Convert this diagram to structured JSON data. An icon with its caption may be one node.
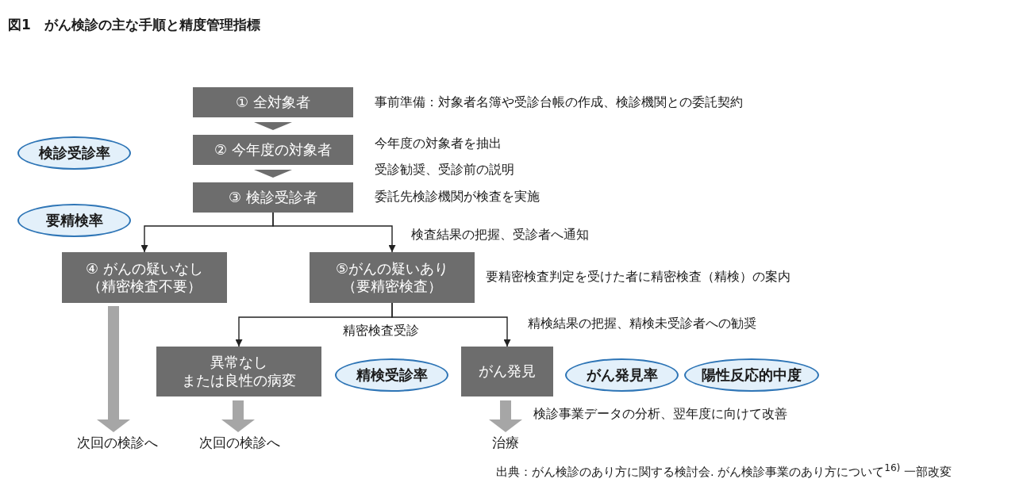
{
  "diagram": {
    "title": "図1　がん検診の主な手順と精度管理指標",
    "nodes": [
      {
        "text": [
          "① 全対象者"
        ]
      },
      {
        "text": [
          "② 今年度の対象者"
        ]
      },
      {
        "text": [
          "③ 検診受診者"
        ]
      },
      {
        "text": [
          "④ がんの疑いなし（精密検査不要）"
        ]
      },
      {
        "text": [
          "⑤がんの疑いあり（要精密検査）"
        ]
      },
      {
        "text": [
          "異常なしまたは良性の病変"
        ]
      },
      {
        "text": [
          "がん発見"
        ]
      },
      {
        "text": [
          "次回の検診へ"
        ]
      },
      {
        "text": [
          "次回の検診へ"
        ]
      },
      {
        "text": [
          "治療"
        ]
      },
      {
        "text": [
          "検診受診率"
        ]
      },
      {
        "text": [
          "要精検率"
        ]
      },
      {
        "text": [
          "精検受診率"
        ]
      },
      {
        "text": [
          "がん発見率"
        ]
      },
      {
        "text": [
          "陽性反応的中度"
        ]
      }
    ],
    "edges": [
      {
        "from": 0,
        "to": 1,
        "arrow": "to"
      },
      {
        "from": 1,
        "to": 2,
        "arrow": "to"
      },
      {
        "from": 2,
        "to": 3,
        "arrow": "to"
      },
      {
        "from": 2,
        "to": 4,
        "arrow": "to"
      },
      {
        "from": 4,
        "to": 5,
        "arrow": "to"
      },
      {
        "from": 4,
        "to": 6,
        "arrow": "to"
      },
      {
        "from": 3,
        "to": 7,
        "arrow": "to",
        "style": "thick",
        "color": "#a6a6a6"
      },
      {
        "from": 5,
        "to": 8,
        "arrow": "to",
        "style": "thick",
        "color": "#a6a6a6"
      },
      {
        "from": 6,
        "to": 9,
        "arrow": "to",
        "style": "thick",
        "color": "#a6a6a6"
      }
    ],
    "labels": [
      "事前準備：対象者名簿や受診台帳の作成、検診機関との委託契約",
      "今年度の対象者を抽出",
      "受診勧奨、受診前の説明",
      "委託先検診機関が検査を実施",
      "検査結果の把握、受診者へ通知",
      "要精密検査判定を受けた者に精密検査（精検）の案内",
      "精検結果の把握、精検未受診者への勧奨",
      "精密検査受診",
      "検診事業データの分析、翌年度に向けて改善",
      "出典：がん検診のあり方に関する検討会. がん検診事業のあり方について$^{16)}$ 一部改変"
    ]
  }
}
